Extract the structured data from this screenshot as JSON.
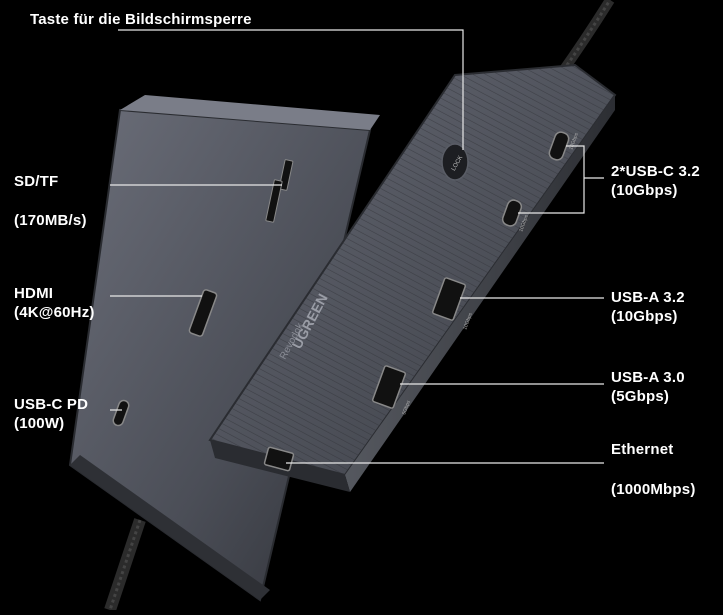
{
  "callouts": {
    "lock_button": "Taste für die Bildschirmsperre",
    "sdtf_name": "SD/TF",
    "sdtf_speed": "(170MB/s)",
    "hdmi_name": "HDMI",
    "hdmi_spec": "(4K@60Hz)",
    "usbc_pd_name": "USB-C PD",
    "usbc_pd_spec": "(100W)",
    "usbc32_name": "2*USB-C 3.2",
    "usbc32_speed": "(10Gbps)",
    "usba32_name": "USB-A 3.2",
    "usba32_speed": "(10Gbps)",
    "usba30_name": "USB-A 3.0",
    "usba30_speed": "(5Gbps)",
    "ethernet_name": "Ethernet",
    "ethernet_speed": "(1000Mbps)"
  },
  "device": {
    "brand": "UGREEN",
    "sub_brand": "Revodok",
    "port_markings": {
      "usbc_upper": "10Gbps",
      "usbc_lower": "10Gbps",
      "usba32": "10Gbps",
      "usba30": "5Gbps"
    }
  },
  "colors": {
    "background": "#000000",
    "text": "#ffffff",
    "hub_body": "#4a4d55",
    "hub_edge": "#2a2c31"
  }
}
